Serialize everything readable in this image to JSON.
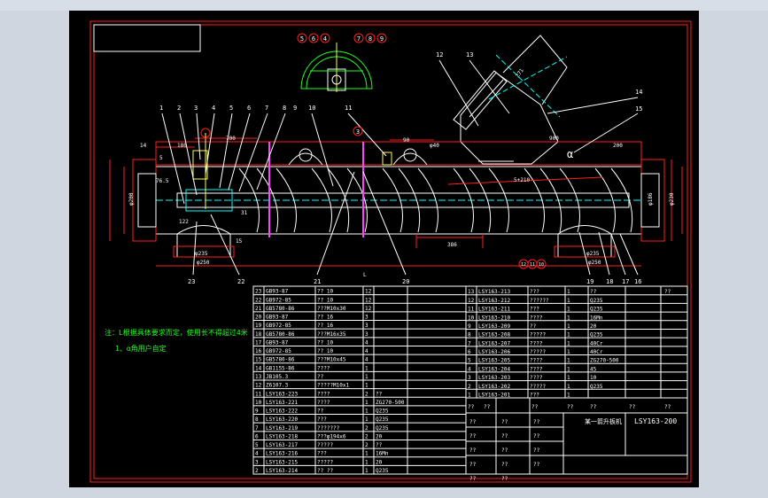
{
  "drawing": {
    "title_code": "LSY163-200",
    "title_name": "某一箭升板机",
    "note_line1": "注：L根据具体要求而定，使用长不得超过4米",
    "note_line2": "1、α角用户自定",
    "section_bubbles": [
      "5",
      "6",
      "4",
      "7",
      "8",
      "9"
    ],
    "callouts_top": [
      "1",
      "2",
      "3",
      "4",
      "5",
      "6",
      "7",
      "8",
      "9",
      "10",
      "11",
      "12",
      "13",
      "14",
      "15"
    ],
    "callouts_bottom": [
      "23",
      "22",
      "21",
      "20",
      "19",
      "18",
      "17",
      "16"
    ],
    "callout_3": "3",
    "callouts_small": [
      "12",
      "11",
      "10"
    ],
    "dims": {
      "d271": "271",
      "d900": "900",
      "d200": "200",
      "d90": "90",
      "d180": "180",
      "d700": "700",
      "d386": "386",
      "d14": "14",
      "phi40": "φ40",
      "phi235": "φ235",
      "phi250": "φ250",
      "phi250b": "φ250",
      "phi235b": "φ235",
      "phi210": "5+210",
      "phi186": "φ186",
      "phi230": "φ230",
      "phi200": "φ200",
      "alpha": "α",
      "L": "L",
      "d76": "76.5",
      "d122": "122",
      "d31": "31",
      "d15": "15",
      "d5": "5"
    },
    "left_table": [
      {
        "n": "23",
        "code": "GB93-87",
        "name": "?? 10",
        "q": "12",
        "mat": ""
      },
      {
        "n": "22",
        "code": "GB972-85",
        "name": "?? 10",
        "q": "12",
        "mat": ""
      },
      {
        "n": "21",
        "code": "GB5780-86",
        "name": "???M10x30",
        "q": "12",
        "mat": ""
      },
      {
        "n": "20",
        "code": "GB93-87",
        "name": "?? 16",
        "q": "3",
        "mat": ""
      },
      {
        "n": "19",
        "code": "GB972-85",
        "name": "?? 16",
        "q": "3",
        "mat": ""
      },
      {
        "n": "18",
        "code": "GB5780-86",
        "name": "???M16x35",
        "q": "3",
        "mat": ""
      },
      {
        "n": "17",
        "code": "GB93-87",
        "name": "?? 10",
        "q": "4",
        "mat": ""
      },
      {
        "n": "16",
        "code": "GB972-85",
        "name": "?? 10",
        "q": "4",
        "mat": ""
      },
      {
        "n": "15",
        "code": "GB5780-86",
        "name": "???M10x45",
        "q": "4",
        "mat": ""
      },
      {
        "n": "14",
        "code": "GB1155-86",
        "name": "????",
        "q": "1",
        "mat": ""
      },
      {
        "n": "13",
        "code": "JB105.3",
        "name": "??",
        "q": "1",
        "mat": ""
      },
      {
        "n": "12",
        "code": "Z6107.3",
        "name": "?????M10x1",
        "q": "1",
        "mat": ""
      },
      {
        "n": "11",
        "code": "LSY163-223",
        "name": "????",
        "q": "2",
        "mat": "??"
      },
      {
        "n": "10",
        "code": "LSY163-221",
        "name": "????",
        "q": "1",
        "mat": "ZG270-500"
      },
      {
        "n": "9",
        "code": "LSY163-222",
        "name": "??",
        "q": "1",
        "mat": "Q235"
      },
      {
        "n": "8",
        "code": "LSY163-220",
        "name": "???",
        "q": "1",
        "mat": "Q235"
      },
      {
        "n": "7",
        "code": "LSY163-219",
        "name": "???????",
        "q": "2",
        "mat": "Q235"
      },
      {
        "n": "6",
        "code": "LSY163-218",
        "name": "???φ194x6",
        "q": "2",
        "mat": "20"
      },
      {
        "n": "5",
        "code": "LSY163-217",
        "name": "?????",
        "q": "2",
        "mat": "??"
      },
      {
        "n": "4",
        "code": "LSY163-216",
        "name": "???",
        "q": "1",
        "mat": "16Mn"
      },
      {
        "n": "3",
        "code": "LSY163-215",
        "name": "?????",
        "q": "1",
        "mat": "20"
      },
      {
        "n": "2",
        "code": "LSY163-214",
        "name": "?? ??",
        "q": "1",
        "mat": "Q235"
      }
    ],
    "right_table": [
      {
        "n": "13",
        "code": "LSY163-213",
        "name": "???",
        "q": "1",
        "mat": "??",
        "rem": "??"
      },
      {
        "n": "12",
        "code": "LSY163-212",
        "name": "??????",
        "q": "1",
        "mat": "Q235",
        "rem": ""
      },
      {
        "n": "11",
        "code": "LSY163-211",
        "name": "???",
        "q": "1",
        "mat": "Q235",
        "rem": ""
      },
      {
        "n": "10",
        "code": "LSY163-210",
        "name": "????",
        "q": "1",
        "mat": "16Mn",
        "rem": ""
      },
      {
        "n": "9",
        "code": "LSY163-209",
        "name": "??",
        "q": "1",
        "mat": "20",
        "rem": ""
      },
      {
        "n": "8",
        "code": "LSY163-208",
        "name": "?????",
        "q": "1",
        "mat": "Q235",
        "rem": ""
      },
      {
        "n": "7",
        "code": "LSY163-207",
        "name": "????",
        "q": "1",
        "mat": "40Cr",
        "rem": ""
      },
      {
        "n": "6",
        "code": "LSY163-206",
        "name": "?????",
        "q": "1",
        "mat": "40Cr",
        "rem": ""
      },
      {
        "n": "5",
        "code": "LSY163-205",
        "name": "????",
        "q": "1",
        "mat": "ZG270-500",
        "rem": ""
      },
      {
        "n": "4",
        "code": "LSY163-204",
        "name": "????",
        "q": "1",
        "mat": "45",
        "rem": ""
      },
      {
        "n": "3",
        "code": "LSY163-203",
        "name": "????",
        "q": "1",
        "mat": "10",
        "rem": ""
      },
      {
        "n": "2",
        "code": "LSY163-202",
        "name": "?????",
        "q": "1",
        "mat": "Q235",
        "rem": ""
      },
      {
        "n": "1",
        "code": "LSY163-201",
        "name": "???",
        "q": "1",
        "mat": "",
        "rem": ""
      }
    ],
    "right_table_header": [
      "??",
      "??",
      "??",
      "??",
      "??",
      "??",
      "??"
    ],
    "title_block_cells": [
      "??",
      "??",
      "??",
      "??",
      "??",
      "??",
      "??",
      "??",
      "??",
      "??",
      "??",
      "??",
      "??",
      "??"
    ]
  }
}
